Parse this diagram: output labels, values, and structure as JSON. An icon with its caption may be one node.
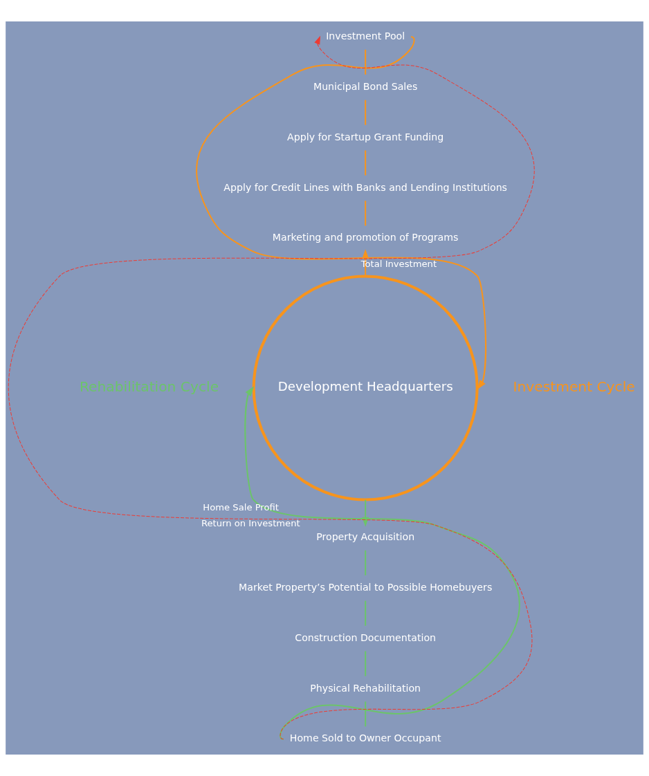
{
  "diagram": {
    "nodes": [
      {
        "text": [
          "Development Headquarters"
        ]
      },
      {
        "text": [
          "Marketing and promotion of Programs"
        ]
      },
      {
        "text": [
          "Apply for Credit Lines with Banks and Lending Institutions"
        ]
      },
      {
        "text": [
          "Apply for Startup Grant Funding"
        ]
      },
      {
        "text": [
          "Municipal Bond Sales"
        ]
      },
      {
        "text": [
          "Investment Pool"
        ]
      },
      {
        "text": [
          "Property Acquisition"
        ]
      },
      {
        "text": [
          "Market Property’s Potential to Possible Homebuyers"
        ]
      },
      {
        "text": [
          "Construction Documentation"
        ]
      },
      {
        "text": [
          "Physical Rehabilitation"
        ]
      },
      {
        "text": [
          "Home Sold to Owner Occupant"
        ]
      }
    ],
    "edges": [
      {
        "from": 0,
        "to": 1,
        "arrow": "to",
        "color": "#f7941d"
      },
      {
        "from": 1,
        "to": 2,
        "arrow": "none",
        "color": "#f7941d"
      },
      {
        "from": 2,
        "to": 3,
        "arrow": "none",
        "color": "#f7941d"
      },
      {
        "from": 3,
        "to": 4,
        "arrow": "none",
        "color": "#f7941d"
      },
      {
        "from": 4,
        "to": 5,
        "arrow": "none",
        "color": "#f7941d"
      },
      {
        "from": 5,
        "to": 0,
        "arrow": "to",
        "label": "Total Investment",
        "color": "#f7941d"
      },
      {
        "from": 0,
        "to": 6,
        "arrow": "to",
        "color": "#6cc46a"
      },
      {
        "from": 6,
        "to": 7,
        "arrow": "none",
        "color": "#6cc46a"
      },
      {
        "from": 7,
        "to": 8,
        "arrow": "none",
        "color": "#6cc46a"
      },
      {
        "from": 8,
        "to": 9,
        "arrow": "none",
        "color": "#6cc46a"
      },
      {
        "from": 9,
        "to": 10,
        "arrow": "none",
        "color": "#6cc46a"
      },
      {
        "from": 10,
        "to": 0,
        "arrow": "to",
        "label": "Home Sale Profit",
        "color": "#6cc46a"
      },
      {
        "from": 10,
        "to": 5,
        "arrow": "to",
        "label": "Return on Investment",
        "color": "#ee3b33",
        "style": "dashed"
      }
    ],
    "labels": [
      "Investment Cycle",
      "Rehabilitation Cycle"
    ]
  }
}
